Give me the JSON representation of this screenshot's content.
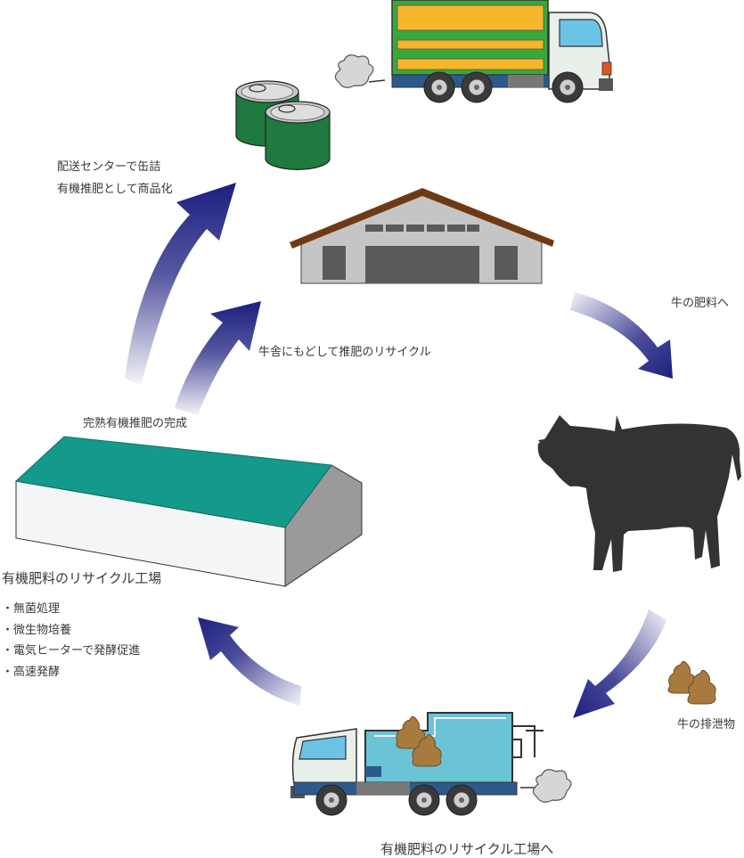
{
  "labels": {
    "canning": [
      "配送センターで缶詰",
      "有機推肥として商品化"
    ],
    "barn_recycle": "牛舎にもどして推肥のリサイクル",
    "to_fertilizer": "牛の肥料へ",
    "completed": "完熟有機推肥の完成",
    "factory_title": "有機肥料のリサイクル工場",
    "factory_steps": [
      "・無菌処理",
      "・微生物培養",
      "・電気ヒーターで発酵促進",
      "・高速発酵"
    ],
    "excrement": "牛の排泄物",
    "to_factory": "有機肥料のリサイクル工場へ"
  },
  "colors": {
    "arrow": "#1d1f80",
    "can_green": "#1e7a3e",
    "truck_yellow": "#f7b52b",
    "truck_green": "#39a83a",
    "tank_cyan": "#6bc3d6",
    "roof_teal": "#139a8a",
    "roof_brown": "#6e3a14",
    "barn_gray": "#c5c5c5",
    "cow": "#333333",
    "dung": "#a87a3e"
  },
  "icons": [
    "delivery-truck-icon",
    "fertilizer-can-icon",
    "barn-icon",
    "cow-icon",
    "dung-icon",
    "tanker-truck-icon",
    "factory-icon",
    "smoke-icon"
  ]
}
